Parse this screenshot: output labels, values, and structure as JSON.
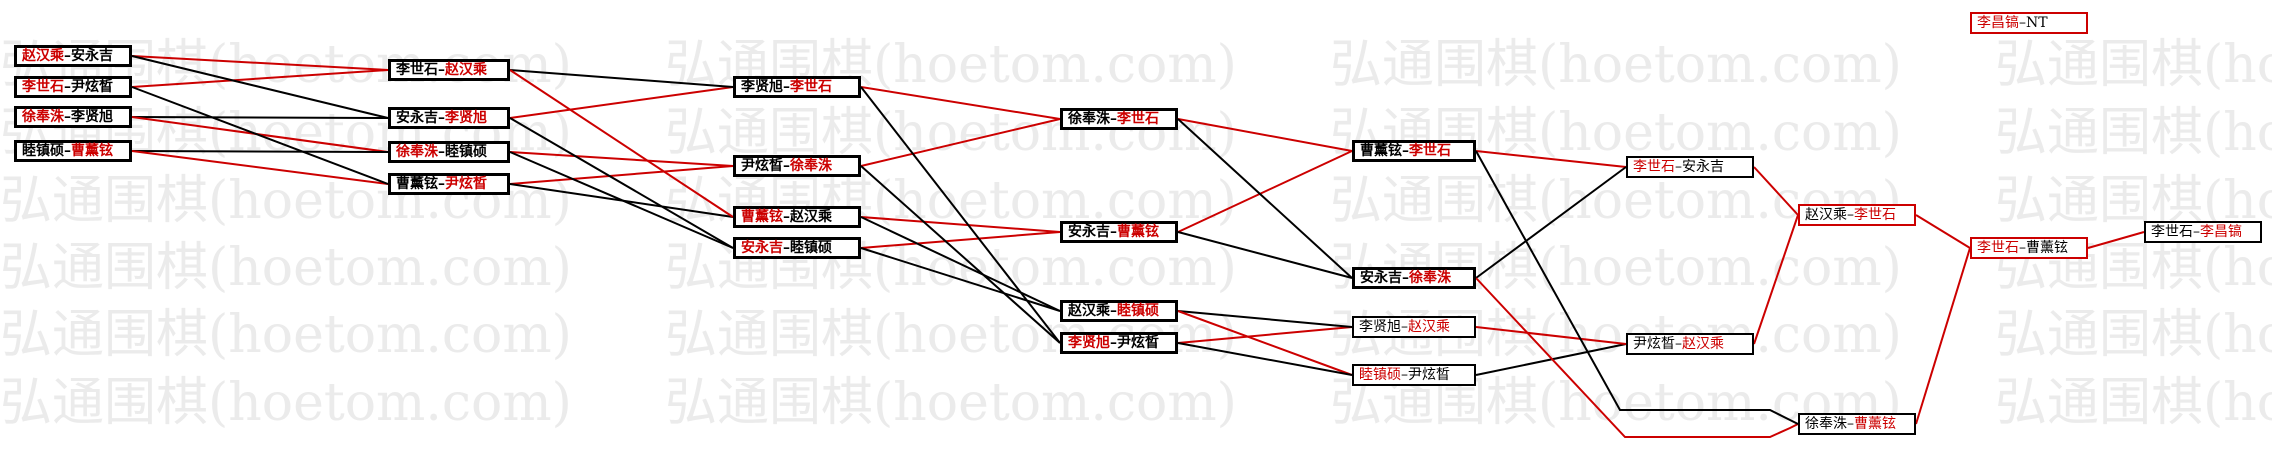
{
  "watermark": {
    "text": "弘通围棋(hoetom.com)",
    "color": "#ebebeb"
  },
  "colors": {
    "winner": "#cc0000",
    "loser": "#000000"
  },
  "separator": "–",
  "rounds": [
    {
      "round": 1,
      "matches": [
        {
          "a": "赵汉乘",
          "b": "安永吉",
          "winner": "a"
        },
        {
          "a": "李世石",
          "b": "尹炫晳",
          "winner": "a"
        },
        {
          "a": "徐奉洙",
          "b": "李贤旭",
          "winner": "a"
        },
        {
          "a": "睦镇硕",
          "b": "曹薰铉",
          "winner": "b"
        }
      ]
    },
    {
      "round": 2,
      "matches": [
        {
          "a": "李世石",
          "b": "赵汉乘",
          "winner": "b"
        },
        {
          "a": "安永吉",
          "b": "李贤旭",
          "winner": "b"
        },
        {
          "a": "徐奉洙",
          "b": "睦镇硕",
          "winner": "a"
        },
        {
          "a": "曹薰铉",
          "b": "尹炫晳",
          "winner": "b"
        }
      ]
    },
    {
      "round": 3,
      "matches": [
        {
          "a": "李贤旭",
          "b": "李世石",
          "winner": "b"
        },
        {
          "a": "尹炫晳",
          "b": "徐奉洙",
          "winner": "b"
        },
        {
          "a": "曹薰铉",
          "b": "赵汉乘",
          "winner": "a"
        },
        {
          "a": "安永吉",
          "b": "睦镇硕",
          "winner": "a"
        }
      ]
    },
    {
      "round": 4,
      "matches": [
        {
          "a": "徐奉洙",
          "b": "李世石",
          "winner": "b"
        },
        {
          "a": "安永吉",
          "b": "曹薰铉",
          "winner": "b"
        },
        {
          "a": "赵汉乘",
          "b": "睦镇硕",
          "winner": "b"
        },
        {
          "a": "李贤旭",
          "b": "尹炫晳",
          "winner": "a"
        }
      ]
    },
    {
      "round": 5,
      "matches": [
        {
          "a": "曹薰铉",
          "b": "李世石",
          "winner": "b"
        },
        {
          "a": "安永吉",
          "b": "徐奉洙",
          "winner": "b"
        },
        {
          "a": "李贤旭",
          "b": "赵汉乘",
          "winner": "b"
        },
        {
          "a": "睦镇硕",
          "b": "尹炫晳",
          "winner": "a"
        }
      ]
    },
    {
      "round": 6,
      "matches": [
        {
          "a": "李世石",
          "b": "安永吉",
          "winner": "a"
        },
        {
          "a": "尹炫晳",
          "b": "赵汉乘",
          "winner": "b"
        }
      ]
    },
    {
      "round": 7,
      "matches": [
        {
          "a": "赵汉乘",
          "b": "李世石",
          "winner": "b"
        },
        {
          "a": "徐奉洙",
          "b": "曹薰铉",
          "winner": "b"
        }
      ]
    },
    {
      "round": 8,
      "matches": [
        {
          "a": "李世石",
          "b": "曹薰铉",
          "winner": "a"
        }
      ]
    },
    {
      "round": 9,
      "matches": [
        {
          "a": "李昌镐",
          "b": "NT",
          "winner": "a"
        },
        {
          "a": "李世石",
          "b": "李昌镐",
          "winner": "b"
        }
      ]
    }
  ]
}
